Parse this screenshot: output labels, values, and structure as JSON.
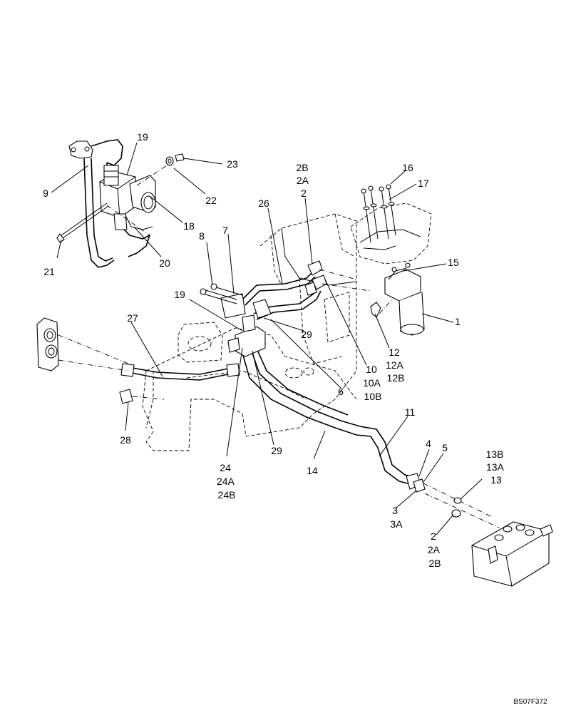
{
  "drawing_ref": "BS07F372",
  "callouts": [
    {
      "id": "c19a",
      "lines": [
        "19"
      ]
    },
    {
      "id": "c9",
      "lines": [
        "9"
      ]
    },
    {
      "id": "c23",
      "lines": [
        "23"
      ]
    },
    {
      "id": "c22",
      "lines": [
        "22"
      ]
    },
    {
      "id": "c18",
      "lines": [
        "18"
      ]
    },
    {
      "id": "c21",
      "lines": [
        "21"
      ]
    },
    {
      "id": "c20",
      "lines": [
        "20"
      ]
    },
    {
      "id": "c2top",
      "lines": [
        "2B",
        "2A",
        "2"
      ]
    },
    {
      "id": "c16",
      "lines": [
        "16"
      ]
    },
    {
      "id": "c17",
      "lines": [
        "17"
      ]
    },
    {
      "id": "c26",
      "lines": [
        "26"
      ]
    },
    {
      "id": "c8",
      "lines": [
        "8"
      ]
    },
    {
      "id": "c7",
      "lines": [
        "7"
      ]
    },
    {
      "id": "c15",
      "lines": [
        "15"
      ]
    },
    {
      "id": "c19b",
      "lines": [
        "19"
      ]
    },
    {
      "id": "c1",
      "lines": [
        "1"
      ]
    },
    {
      "id": "c27",
      "lines": [
        "27"
      ]
    },
    {
      "id": "c29a",
      "lines": [
        "29"
      ]
    },
    {
      "id": "c12",
      "lines": [
        "12",
        "12A",
        "12B"
      ]
    },
    {
      "id": "c10",
      "lines": [
        "10",
        "10A",
        "10B"
      ]
    },
    {
      "id": "c6",
      "lines": [
        "6"
      ]
    },
    {
      "id": "c11",
      "lines": [
        "11"
      ]
    },
    {
      "id": "c28",
      "lines": [
        "28"
      ]
    },
    {
      "id": "c29b",
      "lines": [
        "29"
      ]
    },
    {
      "id": "c4",
      "lines": [
        "4"
      ]
    },
    {
      "id": "c5",
      "lines": [
        "5"
      ]
    },
    {
      "id": "c13",
      "lines": [
        "13B",
        "13A",
        "13"
      ]
    },
    {
      "id": "c14",
      "lines": [
        "14"
      ]
    },
    {
      "id": "c24",
      "lines": [
        "24",
        "24A",
        "24B"
      ]
    },
    {
      "id": "c3",
      "lines": [
        "3",
        "3A"
      ]
    },
    {
      "id": "c2bot",
      "lines": [
        "2",
        "2A",
        "2B"
      ]
    }
  ]
}
